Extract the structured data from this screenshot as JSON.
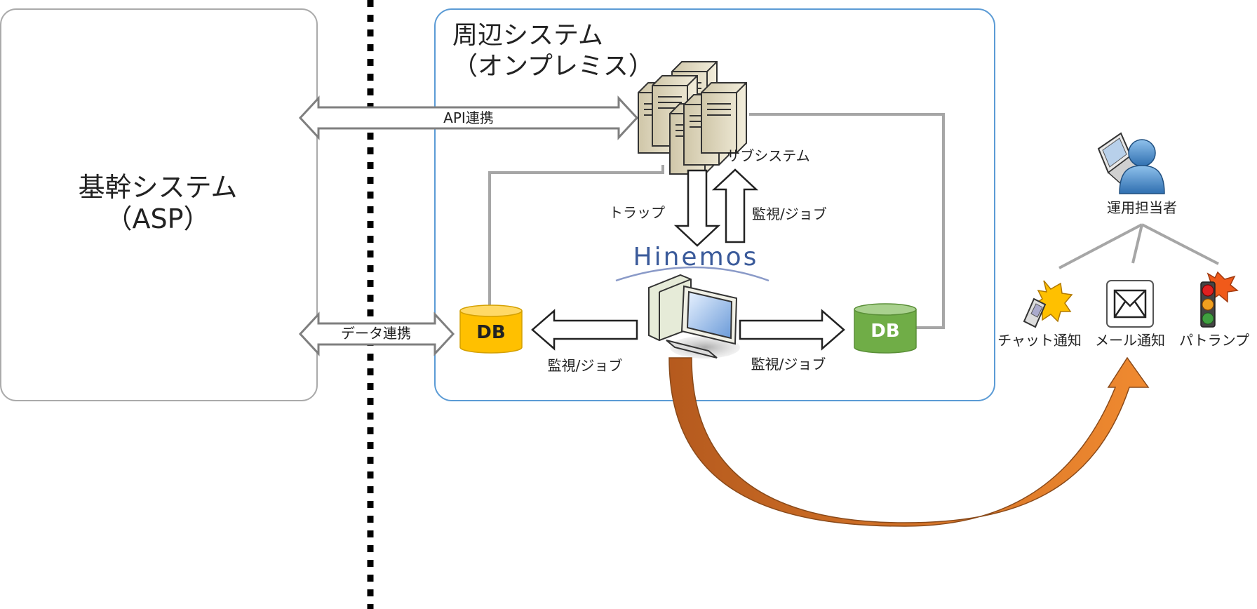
{
  "core_system": {
    "title": "基幹システム",
    "subtitle": "（ASP）"
  },
  "peripheral_system": {
    "title": "周辺システム",
    "subtitle": "（オンプレミス）"
  },
  "links": {
    "api": "API連携",
    "data": "データ連携",
    "trap": "トラップ",
    "monitor_job_up": "監視/ジョブ",
    "monitor_job_left": "監視/ジョブ",
    "monitor_job_right": "監視/ジョブ"
  },
  "nodes": {
    "subsystem": "サブシステム",
    "hinemos_logo": "Hinemos",
    "db_left": "DB",
    "db_right": "DB",
    "operator": "運用担当者"
  },
  "notifications": [
    "チャット通知",
    "メール通知",
    "パトランプ"
  ],
  "colors": {
    "peripheral_border": "#5b9bd5",
    "core_border": "#aaaaaa",
    "db_left": "#ffc000",
    "db_right": "#70ad47",
    "curve_arrow": "#d2691e",
    "hinemos_blue": "#3a5a9a"
  },
  "icons": {
    "servers": "server-cluster-icon",
    "hinemos_pc": "hinemos-manager-icon",
    "operator": "operator-person-icon",
    "chat": "chat-phone-icon",
    "mail": "mail-envelope-icon",
    "patlite": "signal-light-icon"
  }
}
